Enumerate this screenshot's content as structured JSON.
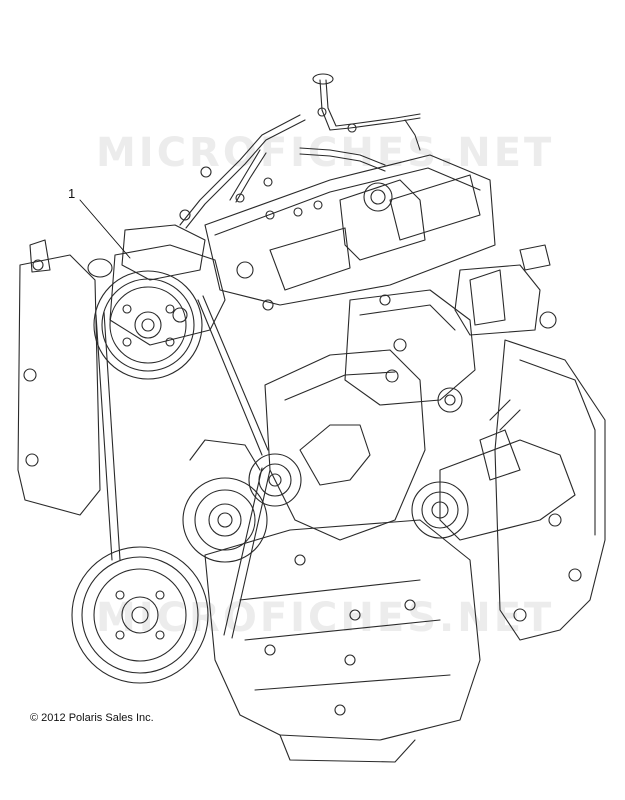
{
  "watermark": "MICROFICHES.NET",
  "callouts": [
    {
      "label": "1"
    }
  ],
  "copyright": "© 2012 Polaris Sales Inc.",
  "colors": {
    "line": "#2a2a2a",
    "watermark": "#ececec",
    "background": "#ffffff"
  }
}
